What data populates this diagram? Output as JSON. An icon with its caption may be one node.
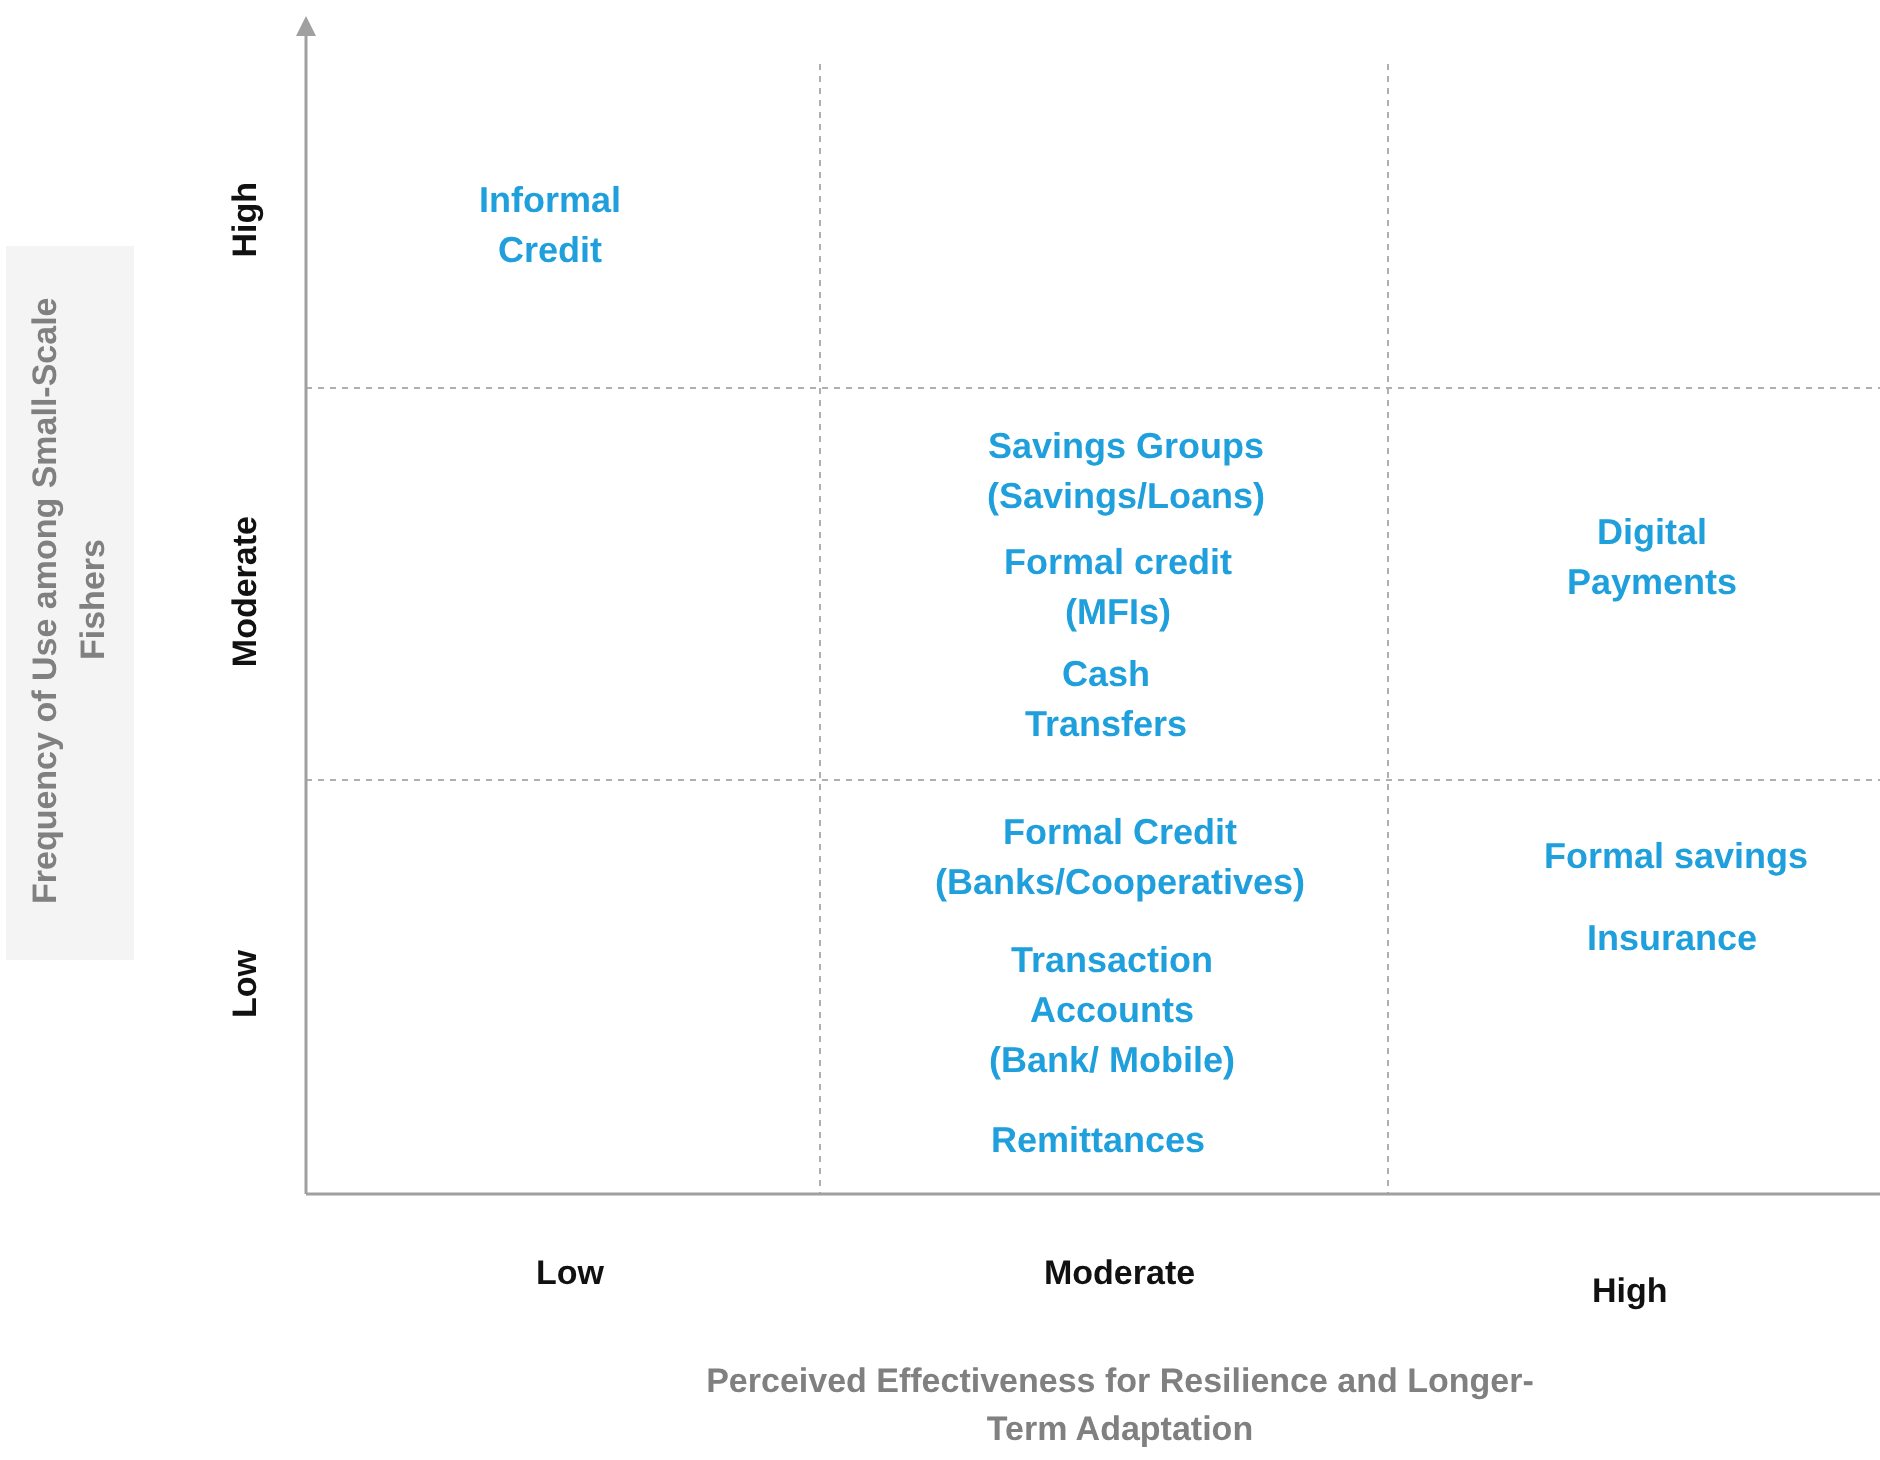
{
  "diagram": {
    "labels": [
      "Frequency of Use among Small-Scale Fishers",
      "High",
      "Informal Credit",
      "Moderate",
      "Savings Groups (Savings/Loans)",
      "Formal credit (MFIs)",
      "Cash Transfers",
      "Digital Payments",
      "Low",
      "Formal Credit (Banks/Cooperatives)",
      "Formal savings",
      "Insurance",
      "Transaction Accounts (Bank/ Mobile)",
      "Remittances",
      "Low",
      "Moderate",
      "High",
      "Perceived Effectiveness for Resilience and Longer-Term Adaptation"
    ]
  }
}
